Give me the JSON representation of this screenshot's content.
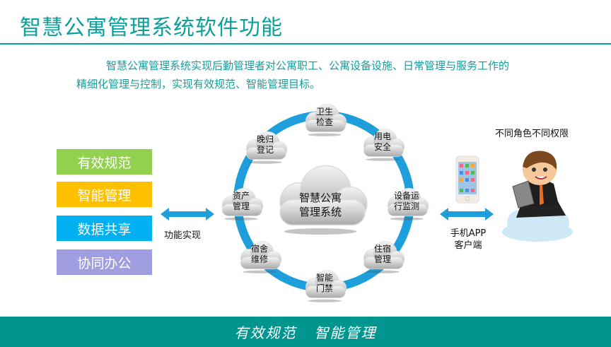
{
  "title": "智慧公寓管理系统软件功能",
  "intro": {
    "line1": "智慧公寓管理系统实现后勤管理者对公寓职工、公寓设备设施、日常管理与服务工作的",
    "line2": "精细化管理与控制，实现有效规范、智能管理目标。"
  },
  "pills": [
    {
      "label": "有效规范",
      "color": "#92d050"
    },
    {
      "label": "智能管理",
      "color": "#ffc000"
    },
    {
      "label": "数据共享",
      "color": "#00b0f0"
    },
    {
      "label": "协同办公",
      "color": "#a09ee0"
    }
  ],
  "left_arrow_label": "功能实现",
  "center": {
    "line1": "智慧公寓",
    "line2": "管理系统"
  },
  "nodes": [
    {
      "l1": "卫生",
      "l2": "检查"
    },
    {
      "l1": "用电",
      "l2": "安全"
    },
    {
      "l1": "设备运",
      "l2": "行监测"
    },
    {
      "l1": "住宿",
      "l2": "管理"
    },
    {
      "l1": "智能",
      "l2": "门禁"
    },
    {
      "l1": "宿舍",
      "l2": "维修"
    },
    {
      "l1": "资产",
      "l2": "管理"
    },
    {
      "l1": "晚归",
      "l2": "登记"
    }
  ],
  "right": {
    "roles": "不同角色不同权限",
    "app_line1": "手机APP",
    "app_line2": "客户端"
  },
  "footer": "有效规范   智能管理",
  "colors": {
    "teal": "#0aa19c",
    "ring": "#1e9fdc",
    "footer": "#00968f"
  }
}
